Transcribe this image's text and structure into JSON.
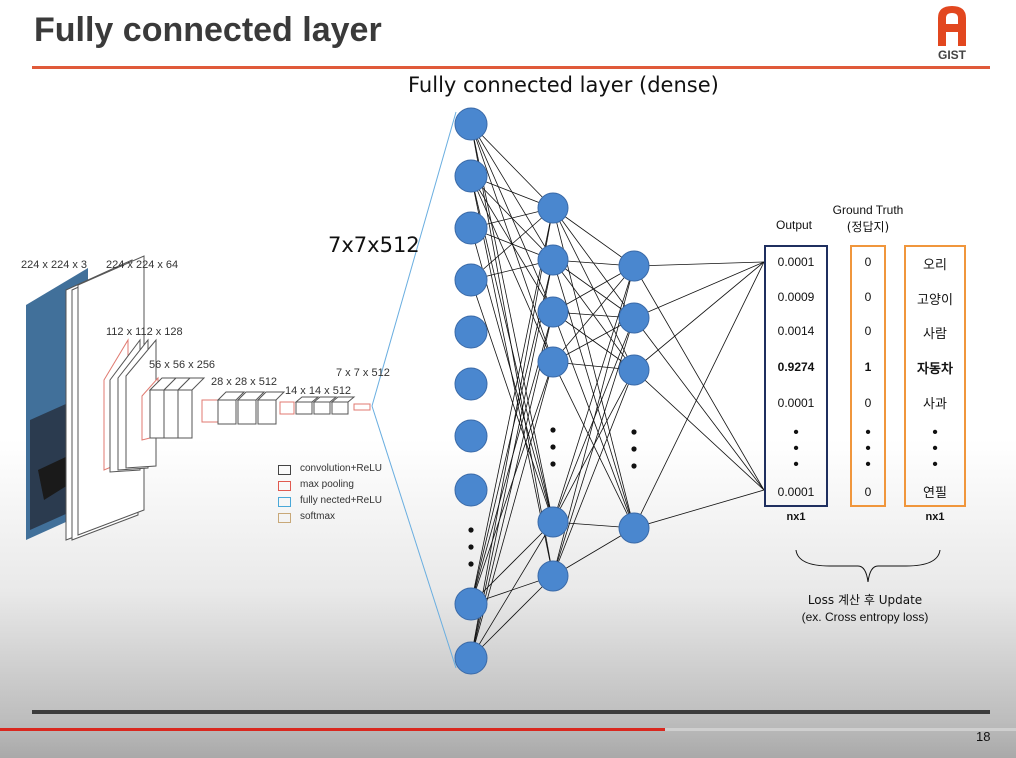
{
  "slide": {
    "title": "Fully connected layer",
    "logo_text": "GIST",
    "page_number": "18"
  },
  "diagram": {
    "fc_title": "Fully connected layer (dense)",
    "flatten_label": "7x7x512",
    "cnn_labels": [
      "224 x 224 x 3",
      "224 x 224 x 64",
      "112 x 112 x 128",
      "56 x 56 x 256",
      "28 x 28 x 512",
      "14 x 14 x 512",
      "7 x 7 x 512"
    ],
    "legend": [
      {
        "label": "convolution+ReLU",
        "color": "#444444"
      },
      {
        "label": "max pooling",
        "color": "#e05a50"
      },
      {
        "label": "fully nected+ReLU",
        "color": "#4aa8d8"
      },
      {
        "label": "softmax",
        "color": "#c8a878"
      }
    ],
    "node_color": "#4a87cf",
    "output": {
      "header": "Output",
      "values": [
        "0.0001",
        "0.0009",
        "0.0014",
        "0.9274",
        "0.0001",
        "0.0001"
      ],
      "footer": "nx1",
      "border_color": "#1f2f5f"
    },
    "ground_truth": {
      "header_line1": "Ground Truth",
      "header_line2": "(정답지)",
      "values": [
        "0",
        "0",
        "0",
        "1",
        "0",
        "0"
      ],
      "border_color": "#f0963c"
    },
    "labels": {
      "values": [
        "오리",
        "고양이",
        "사람",
        "자동차",
        "사과",
        "연필"
      ],
      "footer": "nx1",
      "border_color": "#f0963c"
    },
    "loss_caption_line1": "Loss  계산 후 Update",
    "loss_caption_line2": "(ex. Cross entropy loss)"
  }
}
